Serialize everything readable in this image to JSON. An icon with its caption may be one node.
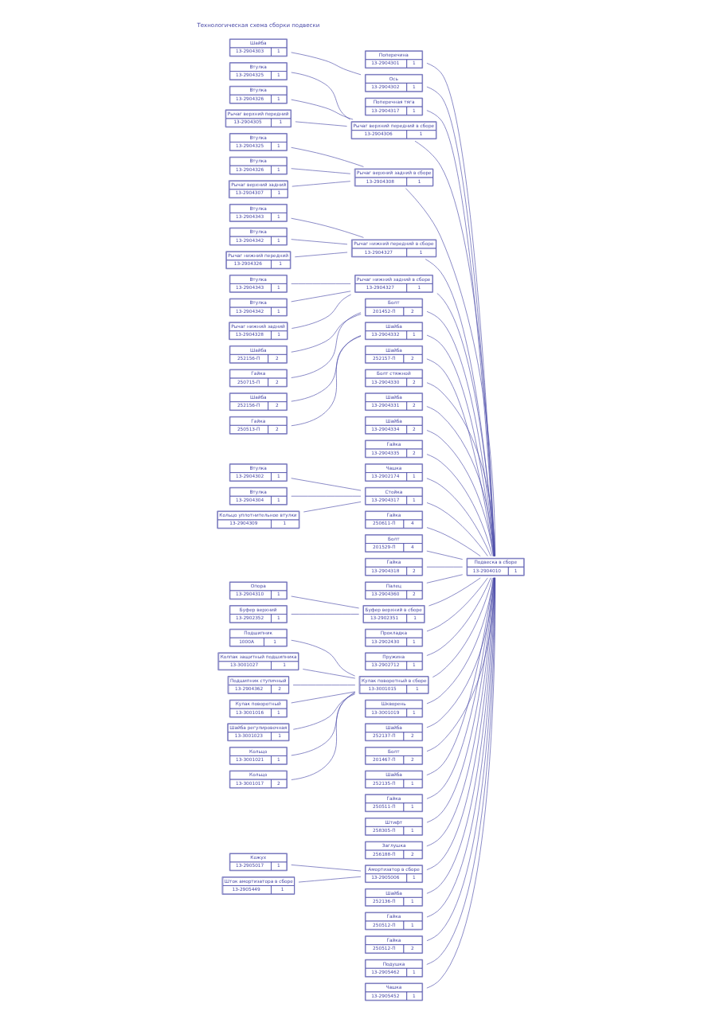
{
  "diagram": {
    "nodes": [
      {
        "text": [
          "Поперечина",
          "13-2904301",
          "1"
        ]
      },
      {
        "text": [
          "Ось",
          "13-2904302",
          "1"
        ]
      },
      {
        "text": [
          "Шайба",
          "13-2904303",
          "1"
        ]
      },
      {
        "text": [
          "Поперечная тяга",
          "13-2904317",
          "1"
        ]
      },
      {
        "text": [
          "Втулка",
          "13-2904325",
          "1"
        ]
      },
      {
        "text": [
          "Втулка",
          "13-2904326",
          "1"
        ]
      },
      {
        "text": [
          "Рычаг верхний передний",
          "13-2904305",
          "1"
        ]
      },
      {
        "text": [
          "Рычаг верхний передний в сборе",
          "13-2904306",
          "1"
        ]
      },
      {
        "text": [
          "Втулка",
          "13-2904325",
          "1"
        ]
      },
      {
        "text": [
          "Втулка",
          "13-2904326",
          "1"
        ]
      },
      {
        "text": [
          "Рычаг верхний задний",
          "13-2904307",
          "1"
        ]
      },
      {
        "text": [
          "Рычаг верхний задний в сборе",
          "13-2904308",
          "1"
        ]
      },
      {
        "text": [
          "Втулка",
          "13-2904343",
          "1"
        ]
      },
      {
        "text": [
          "Втулка",
          "13-2904342",
          "1"
        ]
      },
      {
        "text": [
          "Рычаг нижний передний",
          "13-2904326",
          "1"
        ]
      },
      {
        "text": [
          "Рычаг нижний передний в сборе",
          "13-2904327",
          "1"
        ]
      },
      {
        "text": [
          "Втулка",
          "13-2904343",
          "1"
        ]
      },
      {
        "text": [
          "Втулка",
          "13-2904342",
          "1"
        ]
      },
      {
        "text": [
          "Рычаг нижний задний",
          "13-2904328",
          "1"
        ]
      },
      {
        "text": [
          "Рычаг нижний задний в сборе",
          "13-2904327",
          "1"
        ]
      },
      {
        "text": [
          "Шайба",
          "252156-П",
          "2"
        ]
      },
      {
        "text": [
          "Гайка",
          "250715-П",
          "2"
        ]
      },
      {
        "text": [
          "Болт",
          "201452-П",
          "2"
        ]
      },
      {
        "text": [
          "Шайба",
          "252156-П",
          "2"
        ]
      },
      {
        "text": [
          "Гайка",
          "250513-П",
          "2"
        ]
      },
      {
        "text": [
          "Шайба",
          "13-2904332",
          "1"
        ]
      },
      {
        "text": [
          "Шайба",
          "252157-П",
          "2"
        ]
      },
      {
        "text": [
          "Болт стяжной",
          "13-2904330",
          "2"
        ]
      },
      {
        "text": [
          "Шайба",
          "13-2904331",
          "2"
        ]
      },
      {
        "text": [
          "Шайба",
          "13-2904334",
          "2"
        ]
      },
      {
        "text": [
          "Гайка",
          "13-2904335",
          "2"
        ]
      },
      {
        "text": [
          "Чашка",
          "13-2902174",
          "1"
        ]
      },
      {
        "text": [
          "Втулка",
          "13-2904302",
          "1"
        ]
      },
      {
        "text": [
          "Втулка",
          "13-2904304",
          "1"
        ]
      },
      {
        "text": [
          "Стойка",
          "13-2904317",
          "1"
        ]
      },
      {
        "text": [
          "Кольцо уплотнительное втулки",
          "13-2904309",
          "1"
        ]
      },
      {
        "text": [
          "Гайка",
          "250611-П",
          "4"
        ]
      },
      {
        "text": [
          "Болт",
          "201529-П",
          "4"
        ]
      },
      {
        "text": [
          "Гайка",
          "13-2904318",
          "2"
        ]
      },
      {
        "text": [
          "Палец",
          "13-2904360",
          "2"
        ]
      },
      {
        "text": [
          "Опора",
          "13-2904310",
          "1"
        ]
      },
      {
        "text": [
          "Буфер верхний",
          "13-2902352",
          "1"
        ]
      },
      {
        "text": [
          "Буфер верхний в сборе",
          "13-2902351",
          "1"
        ]
      },
      {
        "text": [
          "Прокладка",
          "13-2902430",
          "1"
        ]
      },
      {
        "text": [
          "Пружина",
          "13-2902712",
          "1"
        ]
      },
      {
        "text": [
          "Подшипник",
          "1000А",
          "1"
        ]
      },
      {
        "text": [
          "Колпак защитный подшипника",
          "13-3001027",
          "1"
        ]
      },
      {
        "text": [
          "Подшипник ступичный",
          "13-2904362",
          "2"
        ]
      },
      {
        "text": [
          "Кулак поворотный",
          "13-3001016",
          "1"
        ]
      },
      {
        "text": [
          "Кулак поворотный в сборе",
          "13-3001015",
          "1"
        ]
      },
      {
        "text": [
          "Шайба регулировочная",
          "13-3001023",
          "1"
        ]
      },
      {
        "text": [
          "Кольцо",
          "13-3001021",
          "1"
        ]
      },
      {
        "text": [
          "Кольцо",
          "13-3001017",
          "2"
        ]
      },
      {
        "text": [
          "Шкворень",
          "13-3001019",
          "1"
        ]
      },
      {
        "text": [
          "Шайба",
          "252137-П",
          "2"
        ]
      },
      {
        "text": [
          "Болт",
          "201467-П",
          "2"
        ]
      },
      {
        "text": [
          "Шайба",
          "252135-П",
          "1"
        ]
      },
      {
        "text": [
          "Гайка",
          "250511-П",
          "1"
        ]
      },
      {
        "text": [
          "Штифт",
          "258305-П",
          "1"
        ]
      },
      {
        "text": [
          "Заглушка",
          "256188-П",
          "2"
        ]
      },
      {
        "text": [
          "Кожух",
          "13-2905017",
          "1"
        ]
      },
      {
        "text": [
          "Шток амортизатора в сборе",
          "13-2905449",
          "1"
        ]
      },
      {
        "text": [
          "Амортизатор в сборе",
          "13-2905006",
          "1"
        ]
      },
      {
        "text": [
          "Шайба",
          "252136-П",
          "1"
        ]
      },
      {
        "text": [
          "Гайка",
          "250512-П",
          "1"
        ]
      },
      {
        "text": [
          "Гайка",
          "250512-П",
          "2"
        ]
      },
      {
        "text": [
          "Подушка",
          "13-2905462",
          "1"
        ]
      },
      {
        "text": [
          "Чашка",
          "13-2905452",
          "1"
        ]
      },
      {
        "text": [
          "Подвеска в сборе",
          "13-2904010",
          "1"
        ]
      }
    ],
    "edges": [
      {
        "from": 0,
        "to": 68,
        "arrow": "none"
      },
      {
        "from": 2,
        "to": 1,
        "arrow": "none"
      },
      {
        "from": 1,
        "to": 68,
        "arrow": "none"
      },
      {
        "from": 3,
        "to": 68,
        "arrow": "none"
      },
      {
        "from": 4,
        "to": 7,
        "arrow": "none"
      },
      {
        "from": 5,
        "to": 7,
        "arrow": "none"
      },
      {
        "from": 6,
        "to": 7,
        "arrow": "none"
      },
      {
        "from": 7,
        "to": 68,
        "arrow": "none"
      },
      {
        "from": 8,
        "to": 11,
        "arrow": "none"
      },
      {
        "from": 9,
        "to": 11,
        "arrow": "none"
      },
      {
        "from": 10,
        "to": 11,
        "arrow": "none"
      },
      {
        "from": 11,
        "to": 68,
        "arrow": "none"
      },
      {
        "from": 12,
        "to": 15,
        "arrow": "none"
      },
      {
        "from": 13,
        "to": 15,
        "arrow": "none"
      },
      {
        "from": 14,
        "to": 15,
        "arrow": "none"
      },
      {
        "from": 15,
        "to": 68,
        "arrow": "none"
      },
      {
        "from": 16,
        "to": 19,
        "arrow": "none"
      },
      {
        "from": 17,
        "to": 19,
        "arrow": "none"
      },
      {
        "from": 18,
        "to": 19,
        "arrow": "none"
      },
      {
        "from": 19,
        "to": 68,
        "arrow": "none"
      },
      {
        "from": 20,
        "to": 22,
        "arrow": "none"
      },
      {
        "from": 21,
        "to": 22,
        "arrow": "none"
      },
      {
        "from": 22,
        "to": 68,
        "arrow": "none"
      },
      {
        "from": 23,
        "to": 25,
        "arrow": "none"
      },
      {
        "from": 24,
        "to": 25,
        "arrow": "none"
      },
      {
        "from": 25,
        "to": 68,
        "arrow": "none"
      },
      {
        "from": 26,
        "to": 68,
        "arrow": "none"
      },
      {
        "from": 27,
        "to": 68,
        "arrow": "none"
      },
      {
        "from": 28,
        "to": 68,
        "arrow": "none"
      },
      {
        "from": 29,
        "to": 68,
        "arrow": "none"
      },
      {
        "from": 30,
        "to": 68,
        "arrow": "none"
      },
      {
        "from": 31,
        "to": 68,
        "arrow": "none"
      },
      {
        "from": 32,
        "to": 34,
        "arrow": "none"
      },
      {
        "from": 33,
        "to": 34,
        "arrow": "none"
      },
      {
        "from": 35,
        "to": 34,
        "arrow": "none"
      },
      {
        "from": 34,
        "to": 68,
        "arrow": "none"
      },
      {
        "from": 36,
        "to": 68,
        "arrow": "none"
      },
      {
        "from": 37,
        "to": 68,
        "arrow": "none"
      },
      {
        "from": 38,
        "to": 68,
        "arrow": "none"
      },
      {
        "from": 39,
        "to": 68,
        "arrow": "none"
      },
      {
        "from": 40,
        "to": 42,
        "arrow": "none"
      },
      {
        "from": 41,
        "to": 42,
        "arrow": "none"
      },
      {
        "from": 42,
        "to": 68,
        "arrow": "none"
      },
      {
        "from": 43,
        "to": 68,
        "arrow": "none"
      },
      {
        "from": 44,
        "to": 68,
        "arrow": "none"
      },
      {
        "from": 45,
        "to": 49,
        "arrow": "none"
      },
      {
        "from": 46,
        "to": 49,
        "arrow": "none"
      },
      {
        "from": 47,
        "to": 49,
        "arrow": "none"
      },
      {
        "from": 48,
        "to": 49,
        "arrow": "none"
      },
      {
        "from": 50,
        "to": 49,
        "arrow": "none"
      },
      {
        "from": 51,
        "to": 49,
        "arrow": "none"
      },
      {
        "from": 52,
        "to": 49,
        "arrow": "none"
      },
      {
        "from": 49,
        "to": 68,
        "arrow": "none"
      },
      {
        "from": 53,
        "to": 68,
        "arrow": "none"
      },
      {
        "from": 54,
        "to": 68,
        "arrow": "none"
      },
      {
        "from": 55,
        "to": 68,
        "arrow": "none"
      },
      {
        "from": 56,
        "to": 68,
        "arrow": "none"
      },
      {
        "from": 57,
        "to": 68,
        "arrow": "none"
      },
      {
        "from": 58,
        "to": 68,
        "arrow": "none"
      },
      {
        "from": 59,
        "to": 68,
        "arrow": "none"
      },
      {
        "from": 60,
        "to": 62,
        "arrow": "none"
      },
      {
        "from": 61,
        "to": 62,
        "arrow": "none"
      },
      {
        "from": 62,
        "to": 68,
        "arrow": "none"
      },
      {
        "from": 63,
        "to": 68,
        "arrow": "none"
      },
      {
        "from": 64,
        "to": 68,
        "arrow": "none"
      },
      {
        "from": 65,
        "to": 68,
        "arrow": "none"
      },
      {
        "from": 66,
        "to": 68,
        "arrow": "none"
      },
      {
        "from": 67,
        "to": 68,
        "arrow": "none"
      }
    ],
    "labels": [
      "Технологическая схема сборки подвески"
    ]
  }
}
